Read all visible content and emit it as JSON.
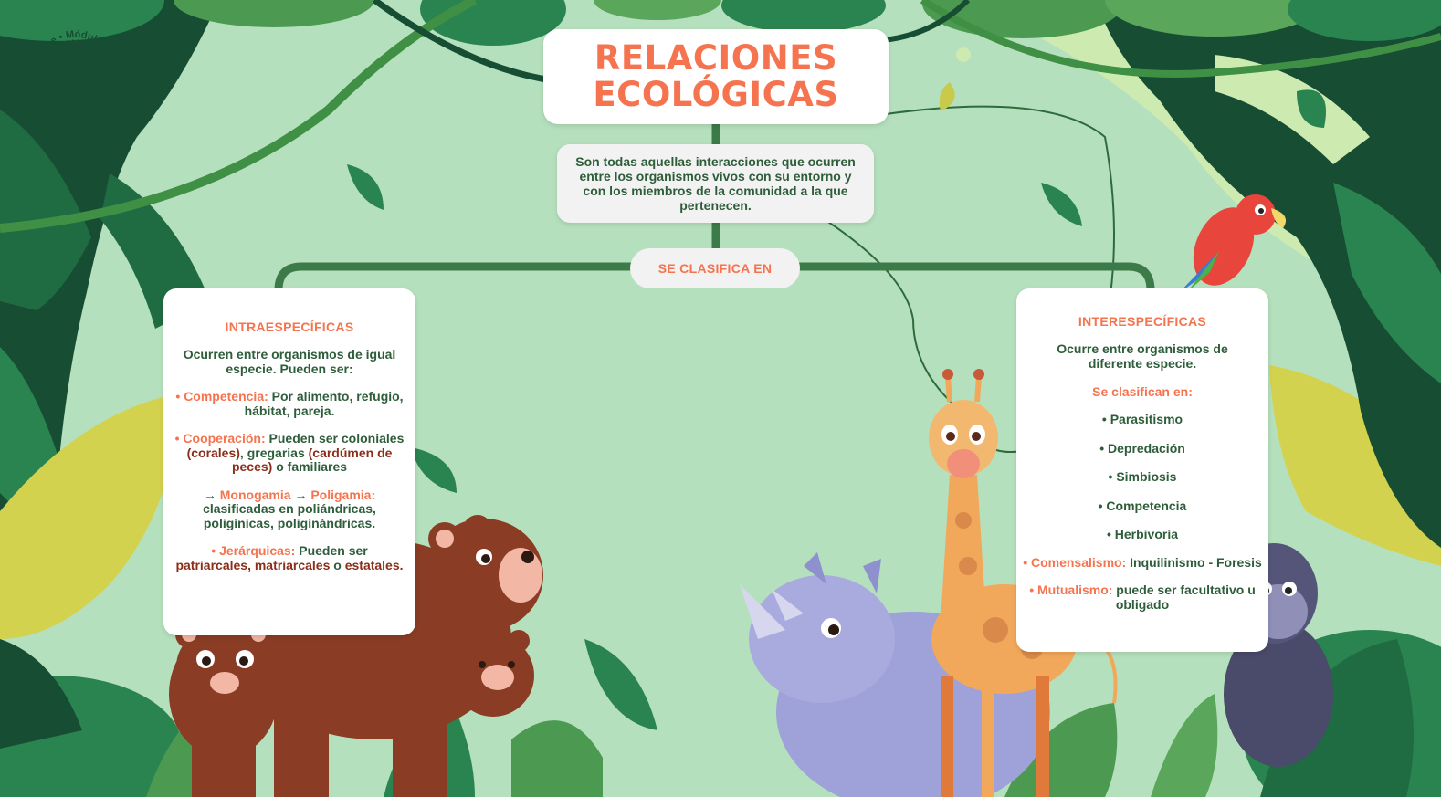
{
  "title": {
    "line1": "RELACIONES",
    "line2": "ECOLÓGICAS"
  },
  "description": "Son todas aquellas interacciones que ocurren entre los organismos vivos con su entorno y con los miembros de la comunidad a la que pertenecen.",
  "connector_label": "SE CLASIFICA EN",
  "logo": {
    "text": "Módulo e • Módulo e • Módulo e •",
    "icon": "pencil-book-icon"
  },
  "intra": {
    "heading": "INTRAESPECÍFICAS",
    "intro": "Ocurren entre organismos de igual especie. Pueden ser:",
    "competencia_label": "• Competencia:",
    "competencia_text": " Por alimento, refugio, hábitat, pareja.",
    "cooperacion_label": "• Cooperación:",
    "cooperacion_text1": " Pueden ser coloniales ",
    "cooperacion_corales": "(corales)",
    "cooperacion_text2": ", gregarias ",
    "cooperacion_cardumen": "(cardúmen de peces)",
    "cooperacion_text3": " o familiares",
    "arrow": "→ ",
    "monogamia": "Monogamia",
    "poligamia": "Poligamia:",
    "poligamia_text": " clasificadas en poliándricas, poligínicas, poligínándricas.",
    "jerarquicas_label": "• Jerárquicas:",
    "jerarquicas_text1": " Pueden ser ",
    "jerarquicas_brown": "patriarcales, matriarcales",
    "jerarquicas_text2": " o ",
    "jerarquicas_text3": "estatales."
  },
  "inter": {
    "heading": "INTERESPECÍFICAS",
    "intro": "Ocurre entre organismos de diferente especie.",
    "subheading": "Se clasifican en:",
    "items": [
      "• Parasitismo",
      "• Depredación",
      "• Simbiosis",
      "• Competencia",
      "• Herbivoría"
    ],
    "comensalismo_label": "• Comensalismo:",
    "comensalismo_text": " Inquilinismo - Foresis",
    "mutualismo_label": "• Mutualismo:",
    "mutualismo_text": " puede ser facultativo u obligado"
  },
  "colors": {
    "accent": "#f5744f",
    "text": "#2e5d3a",
    "connector": "#3d7a4a",
    "background": "#b5e0bd"
  }
}
